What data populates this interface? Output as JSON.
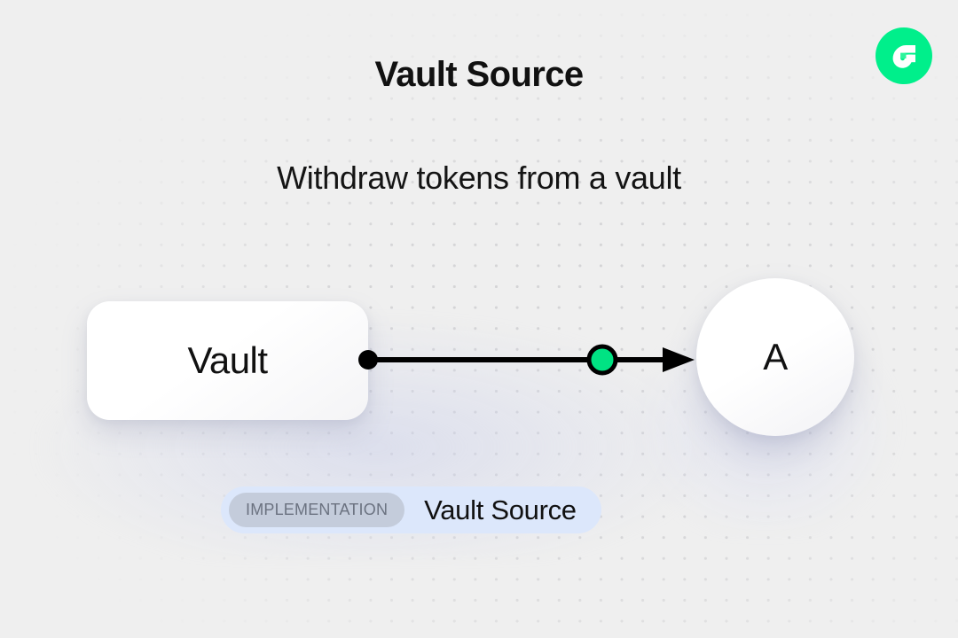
{
  "header": {
    "title": "Vault Source",
    "subtitle": "Withdraw tokens from a vault"
  },
  "brand": {
    "logo_icon": "flow-logo-icon",
    "logo_bg_color": "#00EF8B",
    "logo_mark_color": "#FFFFFF",
    "logo_accent_color": "#2EF59C"
  },
  "diagram": {
    "source_node": {
      "label": "Vault",
      "shape": "rounded-rect",
      "port_icon": "output-port-dot",
      "port_color": "#000000"
    },
    "target_node": {
      "label": "A",
      "shape": "circle"
    },
    "edge": {
      "marker_icon": "edge-midpoint-dot",
      "marker_color": "#00E383",
      "arrow_icon": "arrowhead-icon",
      "line_color": "#000000"
    }
  },
  "footer": {
    "badge": {
      "tag": "IMPLEMENTATION",
      "name": "Vault Source",
      "tag_bg_color": "#C4CCDB",
      "badge_bg_color": "#DCE7FB"
    }
  },
  "canvas": {
    "background_color": "#EFEFEF",
    "dot_color": "#D3D3D5"
  }
}
